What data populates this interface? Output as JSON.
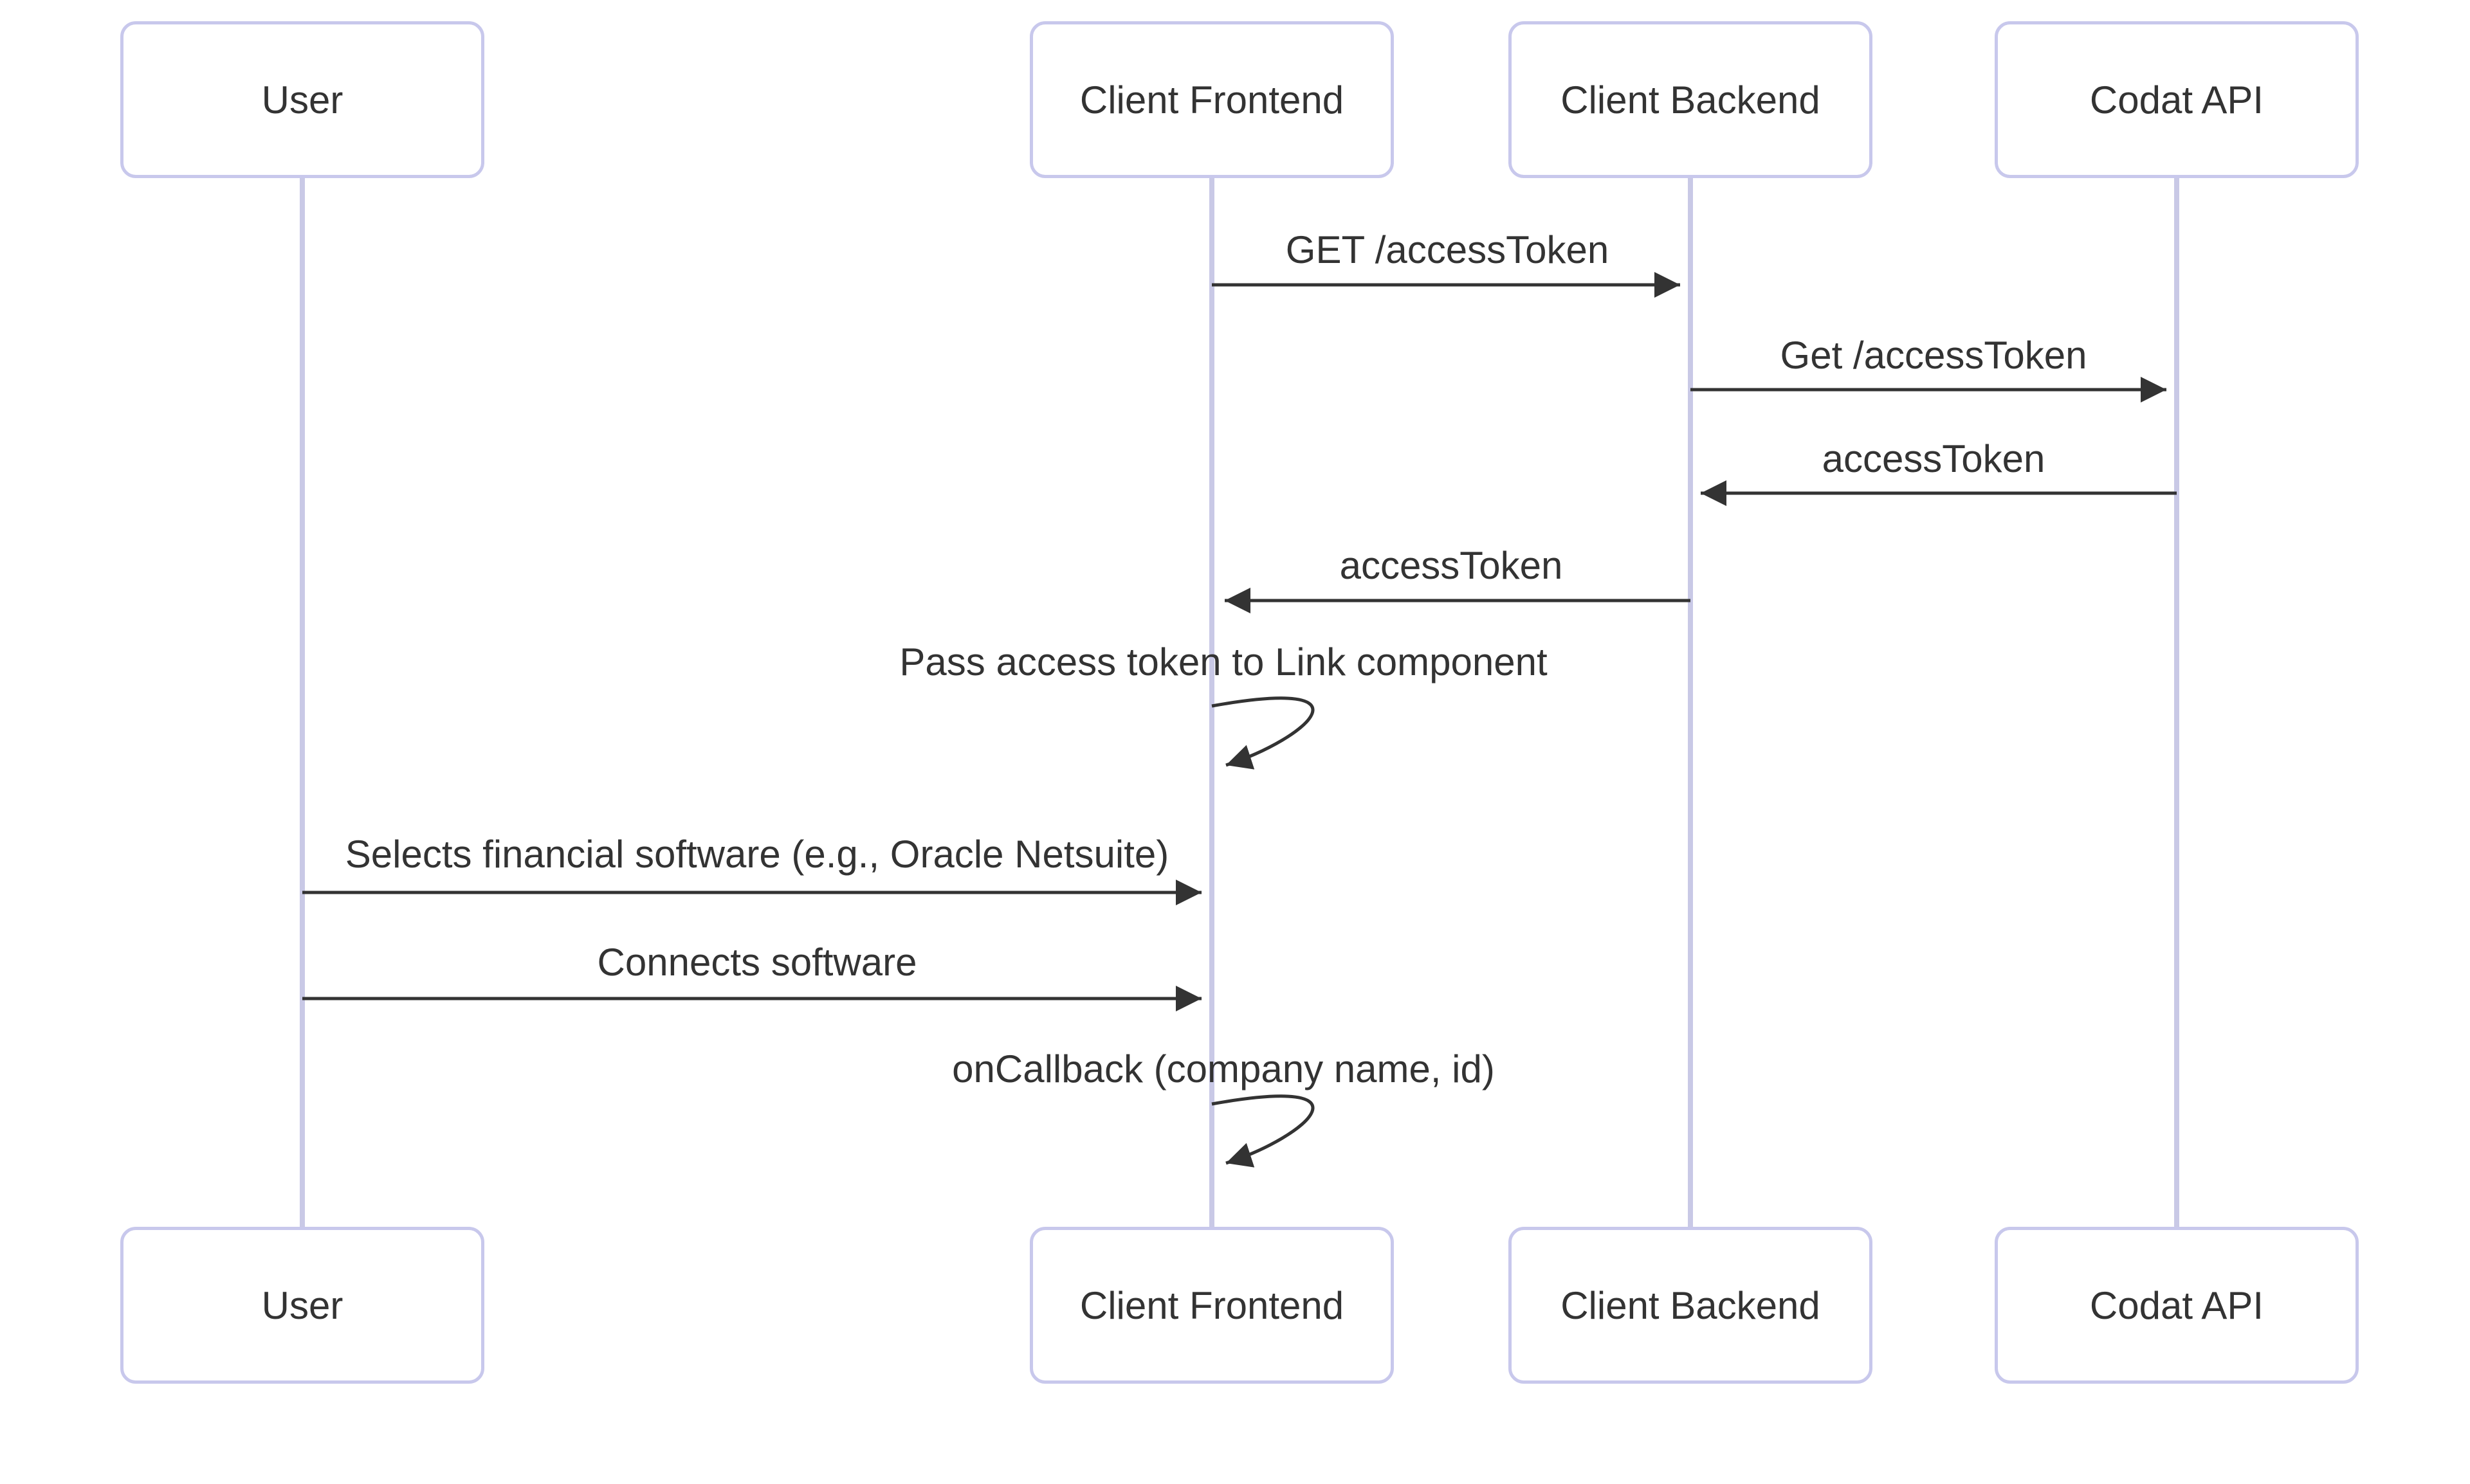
{
  "diagram": {
    "type": "sequence-diagram",
    "actors": [
      {
        "name": "User"
      },
      {
        "name": "Client Frontend"
      },
      {
        "name": "Client Backend"
      },
      {
        "name": "Codat API"
      }
    ],
    "messages": [
      {
        "from": "Client Frontend",
        "to": "Client Backend",
        "label": "GET /accessToken",
        "kind": "solid-arrow"
      },
      {
        "from": "Client Backend",
        "to": "Codat API",
        "label": "Get /accessToken",
        "kind": "solid-arrow"
      },
      {
        "from": "Codat API",
        "to": "Client Backend",
        "label": "accessToken",
        "kind": "solid-arrow"
      },
      {
        "from": "Client Backend",
        "to": "Client Frontend",
        "label": "accessToken",
        "kind": "solid-arrow"
      },
      {
        "from": "Client Frontend",
        "to": "Client Frontend",
        "label": "Pass access token to Link component",
        "kind": "self-loop"
      },
      {
        "from": "User",
        "to": "Client Frontend",
        "label": "Selects financial software (e.g., Oracle Netsuite)",
        "kind": "solid-arrow"
      },
      {
        "from": "User",
        "to": "Client Frontend",
        "label": "Connects software",
        "kind": "solid-arrow"
      },
      {
        "from": "Client Frontend",
        "to": "Client Frontend",
        "label": "onCallback (company name, id)",
        "kind": "self-loop"
      }
    ],
    "colors": {
      "background": "#ffffff",
      "actor_fill": "#ffffff",
      "actor_border": "#c8c8ec",
      "lifeline": "#c9c9e6",
      "arrow": "#333333",
      "text": "#333333"
    }
  }
}
